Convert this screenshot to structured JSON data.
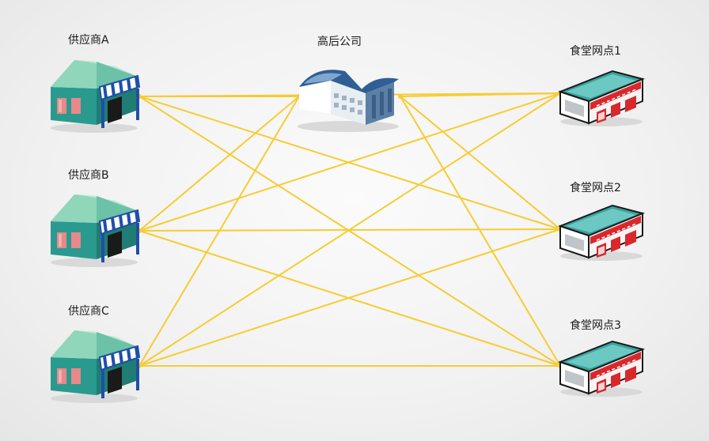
{
  "hq": {
    "label": "高后公司"
  },
  "suppliers": [
    {
      "label": "供应商A"
    },
    {
      "label": "供应商B"
    },
    {
      "label": "供应商C"
    }
  ],
  "canteens": [
    {
      "label": "食堂网点1"
    },
    {
      "label": "食堂网点2"
    },
    {
      "label": "食堂网点3"
    }
  ],
  "colors": {
    "connector": "#f7cc32",
    "shop_wall": "#2a9a8f",
    "shop_roof": "#8fd6bb",
    "awning": "#1f4fa8",
    "canteen_red": "#d8282c",
    "hq_blue": "#2f5f95"
  }
}
